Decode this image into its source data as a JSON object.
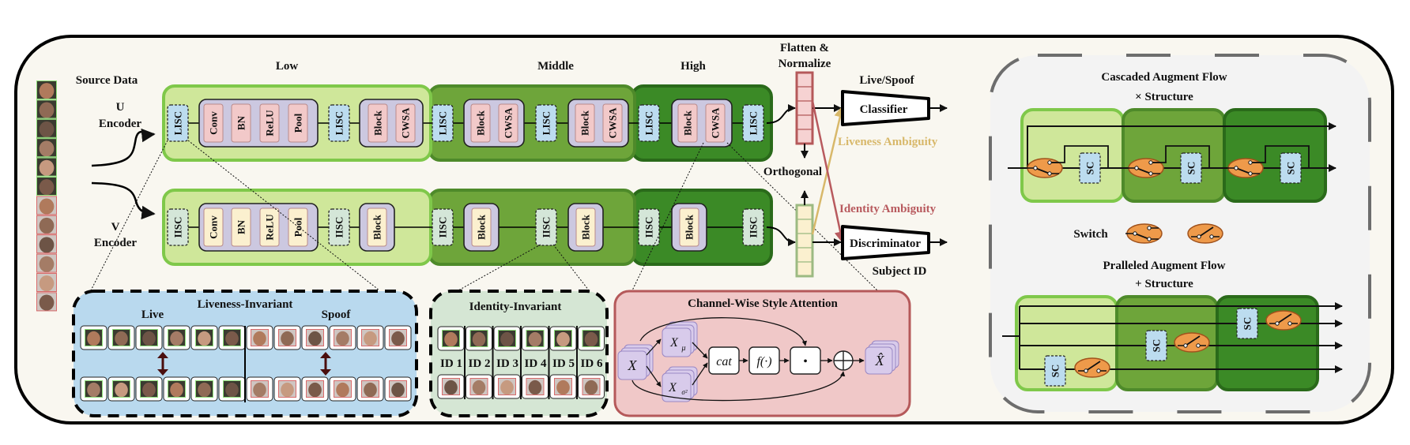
{
  "source": {
    "title": "Source Data",
    "u_encoder": [
      "U",
      "Encoder"
    ],
    "v_encoder": [
      "V",
      "Encoder"
    ],
    "faces": [
      "live",
      "live",
      "live",
      "live",
      "live",
      "live",
      "spoof",
      "spoof",
      "spoof",
      "spoof",
      "spoof",
      "spoof"
    ]
  },
  "stages": {
    "low": "Low",
    "middle": "Middle",
    "high": "High"
  },
  "u_branch": {
    "lisc": "LISC",
    "low_ops": [
      "Conv",
      "BN",
      "ReLU",
      "Pool"
    ],
    "block": "Block",
    "cwsa": "CWSA"
  },
  "v_branch": {
    "iisc": "IISC",
    "low_ops": [
      "Conv",
      "BN",
      "ReLU",
      "Pool"
    ],
    "block": "Block"
  },
  "heads": {
    "flatten": [
      "Flatten &",
      "Normalize"
    ],
    "orthogonal": "Orthogonal",
    "live_spoof": "Live/Spoof",
    "classifier": "Classifier",
    "discriminator": "Discriminator",
    "subject_id": "Subject ID",
    "liveness_ambiguity": "Liveness Ambiguity",
    "identity_ambiguity": "Identity Ambiguity"
  },
  "liveness_invariant": {
    "title": "Liveness-Invariant",
    "live": "Live",
    "spoof": "Spoof"
  },
  "identity_invariant": {
    "title": "Identity-Invariant",
    "ids": [
      "ID 1",
      "ID 2",
      "ID 3",
      "ID 4",
      "ID 5",
      "ID 6"
    ]
  },
  "cwsa_panel": {
    "title": "Channel-Wise Style Attention",
    "x": "X",
    "x_mu": "X",
    "mu": "μ",
    "x_sigma": "X",
    "sigma": "σ²",
    "cat": "cat",
    "f": "f(·)",
    "dot": "•",
    "x_hat": "X̂"
  },
  "augment": {
    "cascaded_title": [
      "Cascaded Augment Flow",
      "× Structure"
    ],
    "switch": "Switch",
    "paralleled_title": [
      "Pralleled Augment Flow",
      "+ Structure"
    ],
    "sc": "SC"
  },
  "colors": {
    "background": "#f9f7f0",
    "stage_low": "#cfe79a",
    "stage_low_border": "#7fc84a",
    "stage_mid": "#6ea53a",
    "stage_mid_border": "#4e8a2a",
    "stage_high": "#3b8a26",
    "stage_high_border": "#2a6a1a",
    "lisc": "#bcdcef",
    "iisc": "#d4e6d8",
    "op_u": "#f2c9c9",
    "op_v": "#fbf0cf",
    "op_group": "#ccc8e0",
    "liveness_panel": "#b9d9ee",
    "identity_panel": "#d5e6d4",
    "cwsa_panel": "#f0c8c8",
    "cwsa_border": "#b5595a",
    "liveness_ambiguity": "#d8b86a",
    "identity_ambiguity": "#b85a5e",
    "switch": "#ee9a4a",
    "augment_panel": "#f3f3f3"
  }
}
